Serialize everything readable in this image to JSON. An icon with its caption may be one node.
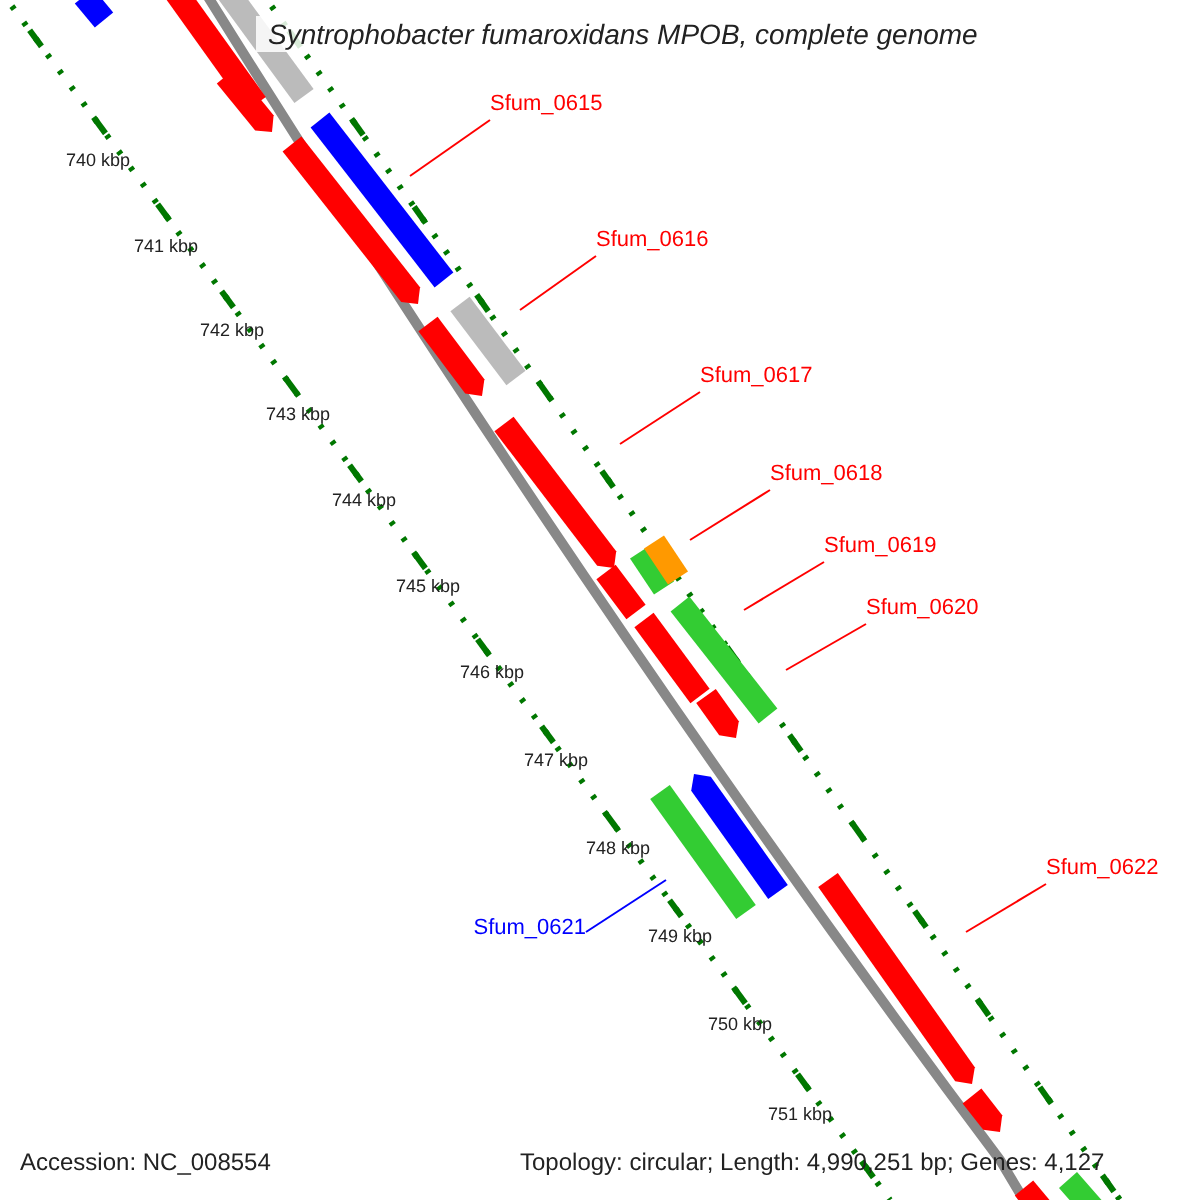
{
  "diagram": {
    "title": "Syntrophobacter fumaroxidans MPOB, complete genome",
    "nodes": [
      {
        "text": [
          "Sfum_0615"
        ]
      },
      {
        "text": [
          "Sfum_0616"
        ]
      },
      {
        "text": [
          "Sfum_0617"
        ]
      },
      {
        "text": [
          "Sfum_0618"
        ]
      },
      {
        "text": [
          "Sfum_0619"
        ]
      },
      {
        "text": [
          "Sfum_0620"
        ]
      },
      {
        "text": [
          "Sfum_0621"
        ]
      },
      {
        "text": [
          "Sfum_0622"
        ]
      }
    ],
    "edges": [
      {
        "from": 0,
        "to": null,
        "arrow": "none"
      },
      {
        "from": 1,
        "to": null,
        "arrow": "none"
      },
      {
        "from": 2,
        "to": null,
        "arrow": "none"
      },
      {
        "from": 3,
        "to": null,
        "arrow": "none"
      },
      {
        "from": 4,
        "to": null,
        "arrow": "none"
      },
      {
        "from": 5,
        "to": null,
        "arrow": "none"
      },
      {
        "from": 6,
        "to": null,
        "arrow": "none",
        "color": "#0000ff"
      },
      {
        "from": 7,
        "to": null,
        "arrow": "none"
      }
    ],
    "labels": [
      "740 kbp",
      "741 kbp",
      "742 kbp",
      "743 kbp",
      "744 kbp",
      "745 kbp",
      "746 kbp",
      "747 kbp",
      "748 kbp",
      "749 kbp",
      "750 kbp",
      "751 kbp",
      "Accession: NC_008554",
      "Topology: circular; Length: 4,990,251 bp; Genes: 4,127"
    ]
  }
}
